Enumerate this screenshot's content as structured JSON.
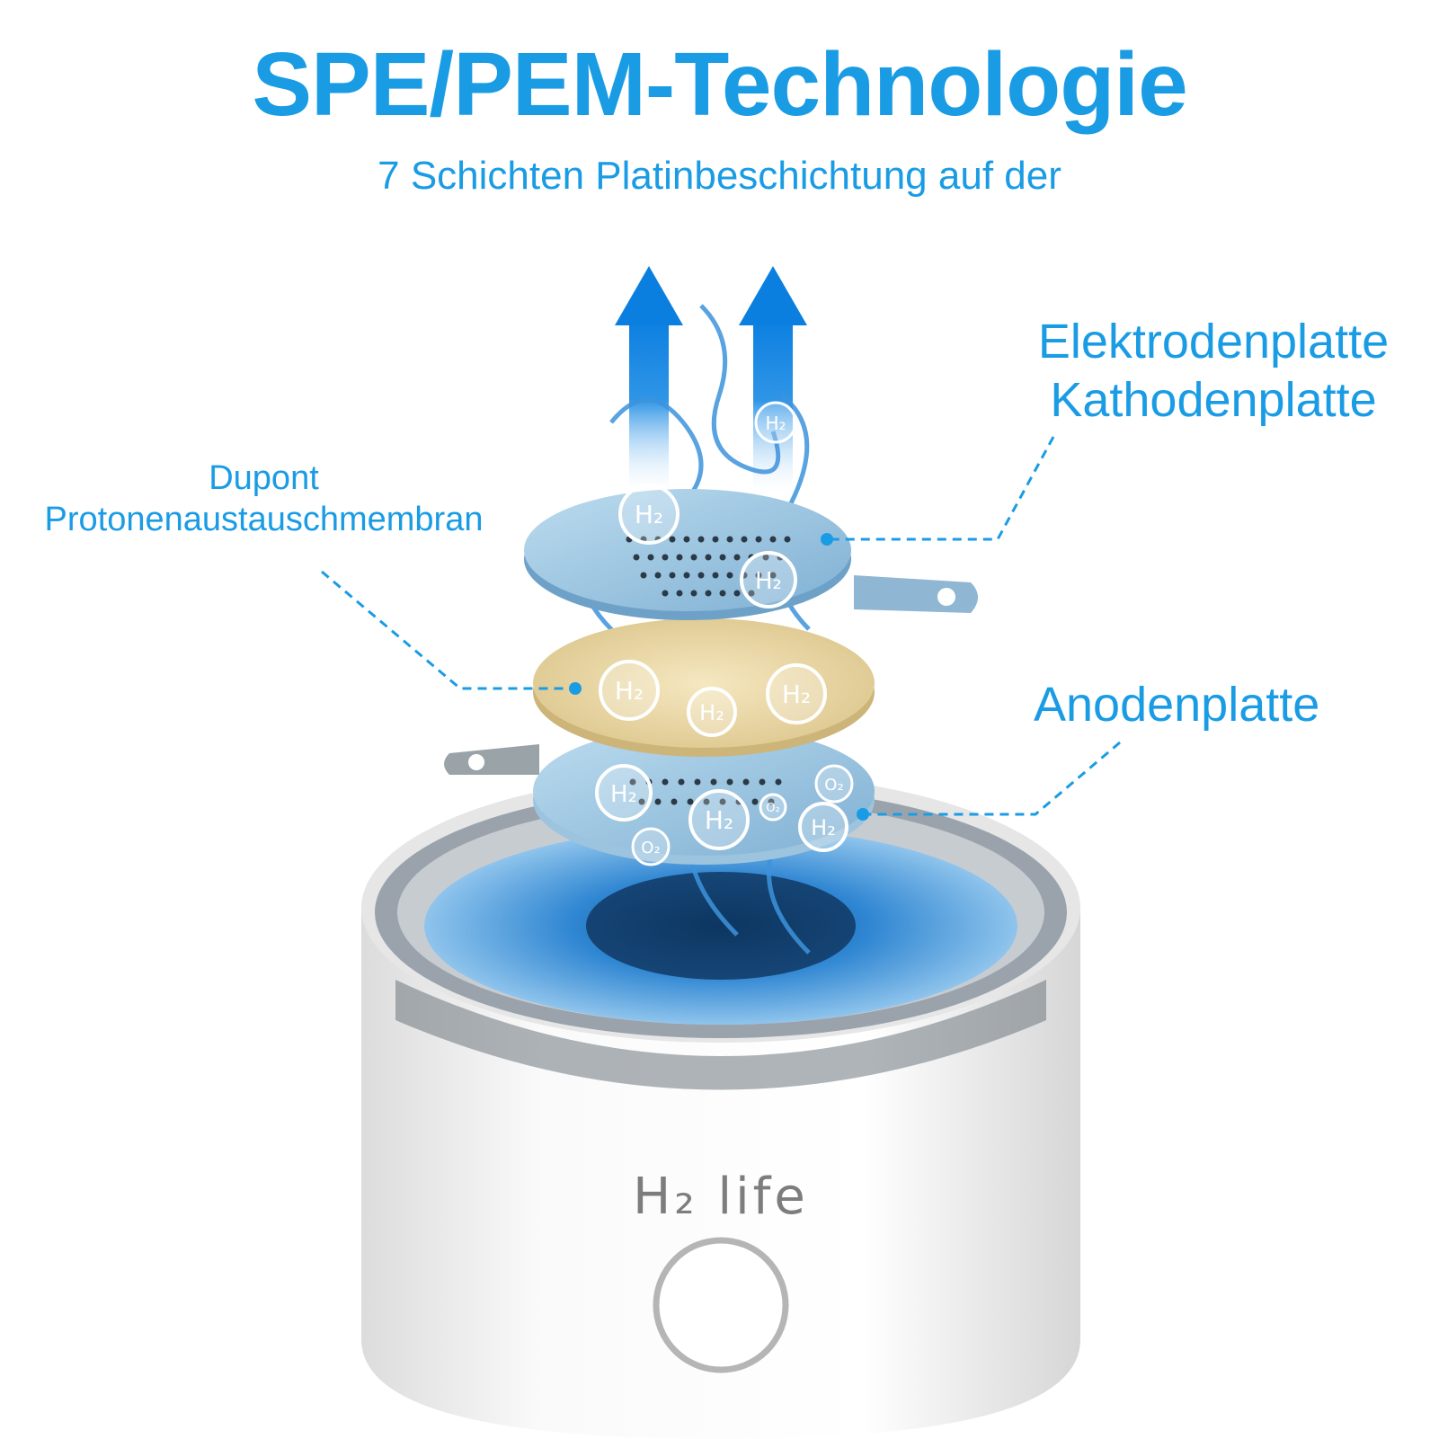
{
  "header": {
    "title": "SPE/PEM-Technologie",
    "subtitle": "7 Schichten Platinbeschichtung auf der"
  },
  "callouts": {
    "cathode_line1": "Elektrodenplatte",
    "cathode_line2": "Kathodenplatte",
    "membrane_line1": "Dupont",
    "membrane_line2": "Protonenaustauschmembran",
    "anode": "Anodenplatte"
  },
  "device": {
    "logo_text": "H₂ life",
    "bubble_h2": "H₂",
    "bubble_o2": "O₂"
  },
  "colors": {
    "accent": "#1a9ce4",
    "plate": "#8fc0de",
    "membrane": "#e8d6a4",
    "device_body": "#f4f4f4"
  }
}
